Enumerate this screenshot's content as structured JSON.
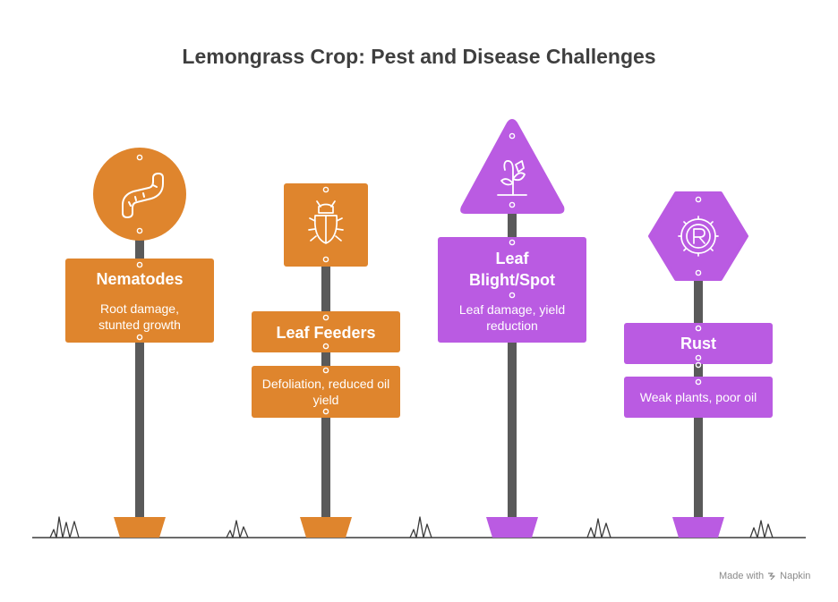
{
  "title": "Lemongrass Crop: Pest and Disease Challenges",
  "colors": {
    "orange": "#DF852D",
    "purple": "#BA5BE2",
    "pole": "#5a5a5a",
    "ground": "#3a3a3a"
  },
  "signs": [
    {
      "title": "Nematodes",
      "description": "Root damage, stunted growth",
      "icon": "worm-icon",
      "shape": "circle",
      "color": "orange"
    },
    {
      "title": "Leaf Feeders",
      "description": "Defoliation, reduced oil yield",
      "icon": "beetle-icon",
      "shape": "square",
      "color": "orange"
    },
    {
      "title": "Leaf Blight/Spot",
      "description": "Leaf damage, yield reduction",
      "icon": "wilted-plant-icon",
      "shape": "triangle",
      "color": "purple"
    },
    {
      "title": "Rust",
      "description": "Weak plants, poor oil",
      "icon": "rust-gear-icon",
      "shape": "hexagon",
      "color": "purple"
    }
  ],
  "footer": {
    "prefix": "Made with",
    "brand": "Napkin",
    "icon": "napkin-logo-icon"
  }
}
